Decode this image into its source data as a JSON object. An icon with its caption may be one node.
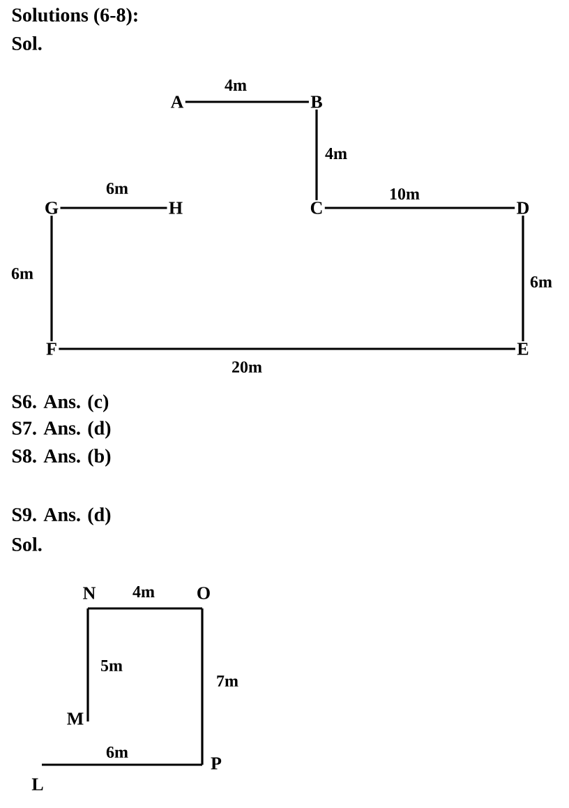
{
  "diagram": {
    "nodes": [
      {
        "text": [
          "A"
        ]
      },
      {
        "text": [
          "B"
        ]
      },
      {
        "text": [
          "G"
        ]
      },
      {
        "text": [
          "H"
        ]
      },
      {
        "text": [
          "C"
        ]
      },
      {
        "text": [
          "D"
        ]
      },
      {
        "text": [
          "F"
        ]
      },
      {
        "text": [
          "E"
        ]
      },
      {
        "text": [
          "N"
        ]
      },
      {
        "text": [
          "O"
        ]
      },
      {
        "text": [
          "M"
        ]
      },
      {
        "text": [
          "L"
        ]
      },
      {
        "text": [
          "P"
        ]
      }
    ],
    "edges": [
      {
        "from": 0,
        "to": 1,
        "arrow": "none",
        "label": "4m"
      },
      {
        "from": 1,
        "to": 4,
        "arrow": "none",
        "label": "4m"
      },
      {
        "from": 2,
        "to": 3,
        "arrow": "none",
        "label": "6m"
      },
      {
        "from": 4,
        "to": 5,
        "arrow": "none",
        "label": "10m"
      },
      {
        "from": 2,
        "to": 6,
        "arrow": "none",
        "label": "6m"
      },
      {
        "from": 5,
        "to": 7,
        "arrow": "none",
        "label": "6m"
      },
      {
        "from": 6,
        "to": 7,
        "arrow": "none",
        "label": "20m"
      },
      {
        "from": 8,
        "to": 9,
        "arrow": "none",
        "label": "4m"
      },
      {
        "from": 10,
        "to": 8,
        "arrow": "none",
        "label": "5m"
      },
      {
        "from": 9,
        "to": 12,
        "arrow": "none",
        "label": "7m"
      },
      {
        "from": 11,
        "to": 12,
        "arrow": "none",
        "label": "6m"
      }
    ],
    "labels": [
      "Solutions (6-8):",
      "Sol.",
      "S6. Ans. (c)",
      "S7. Ans. (d)",
      "S8. Ans. (b)",
      "S9. Ans. (d)",
      "Sol."
    ]
  }
}
